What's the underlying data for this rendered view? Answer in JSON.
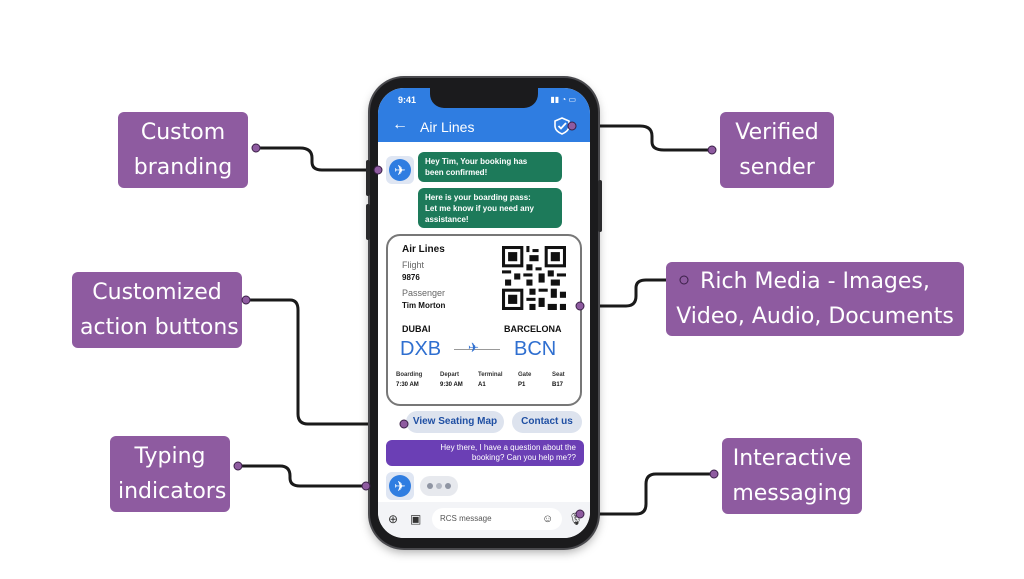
{
  "callouts": {
    "custom_branding": [
      "Custom",
      "branding"
    ],
    "verified_sender": [
      "Verified",
      "sender"
    ],
    "action_buttons": [
      "Customized",
      "action buttons"
    ],
    "rich_media": [
      "Rich Media - Images,",
      "Video, Audio, Documents"
    ],
    "typing_indicators": [
      "Typing",
      "indicators"
    ],
    "interactive_messaging": [
      "Interactive",
      "messaging"
    ]
  },
  "phone": {
    "status_time": "9:41",
    "app_title": "Air Lines",
    "messages": {
      "confirm": [
        "Hey Tim, Your booking has",
        "been confirmed!"
      ],
      "pass": [
        "Here is your boarding pass:",
        "Let me know if you need any",
        "assistance!"
      ]
    },
    "boarding_pass": {
      "airline": "Air Lines",
      "flight_label": "Flight",
      "flight_number": "9876",
      "passenger_label": "Passenger",
      "passenger_name": "Tim Morton",
      "from_city": "DUBAI",
      "to_city": "BARCELONA",
      "from_code": "DXB",
      "to_code": "BCN",
      "details": [
        {
          "label": "Boarding",
          "value": "7:30 AM"
        },
        {
          "label": "Depart",
          "value": "9:30 AM"
        },
        {
          "label": "Terminal",
          "value": "A1"
        },
        {
          "label": "Gate",
          "value": "P1"
        },
        {
          "label": "Seat",
          "value": "B17"
        }
      ]
    },
    "actions": {
      "seating": "View Seating Map",
      "contact": "Contact us"
    },
    "user_message": [
      "Hey there, I have a question about the",
      "booking? Can you help me??"
    ],
    "composer_placeholder": "RCS message"
  },
  "colors": {
    "callout": "#8e5ba0",
    "brand_blue": "#2f7de1",
    "bot_bubble": "#1d7a5a",
    "user_bubble": "#6b3fb5",
    "connector_dot": "#8e5ba0"
  }
}
